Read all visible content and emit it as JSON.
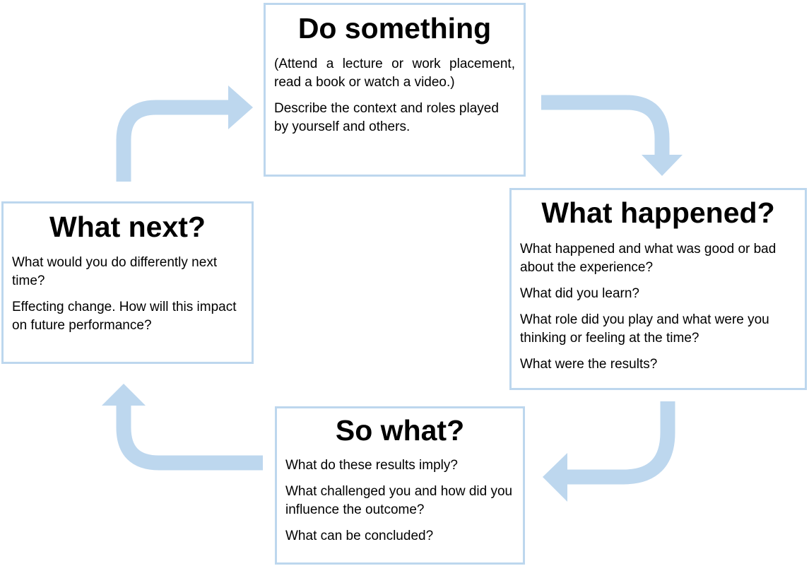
{
  "colors": {
    "arrow": "#bdd7ee",
    "box_border": "#bdd7ee",
    "text": "#000000"
  },
  "steps": {
    "do_something": {
      "title": "Do something",
      "lines": [
        "(Attend a lecture or work placement, read a book or watch a video.)",
        "Describe the context and roles played by yourself and others."
      ]
    },
    "what_happened": {
      "title": "What happened?",
      "lines": [
        "What happened and what was good or bad about the experience?",
        "What did you learn?",
        "What role did you play and what were you thinking or feeling at the time?",
        "What were the results?"
      ]
    },
    "so_what": {
      "title": "So what?",
      "lines": [
        "What do these results imply?",
        "What challenged you and how did you influence the outcome?",
        "What can be concluded?"
      ]
    },
    "what_next": {
      "title": "What next?",
      "lines": [
        "What would you do differently next time?",
        "Effecting change. How will this impact on future performance?"
      ]
    }
  },
  "cycle": [
    "do_something",
    "what_happened",
    "so_what",
    "what_next"
  ]
}
